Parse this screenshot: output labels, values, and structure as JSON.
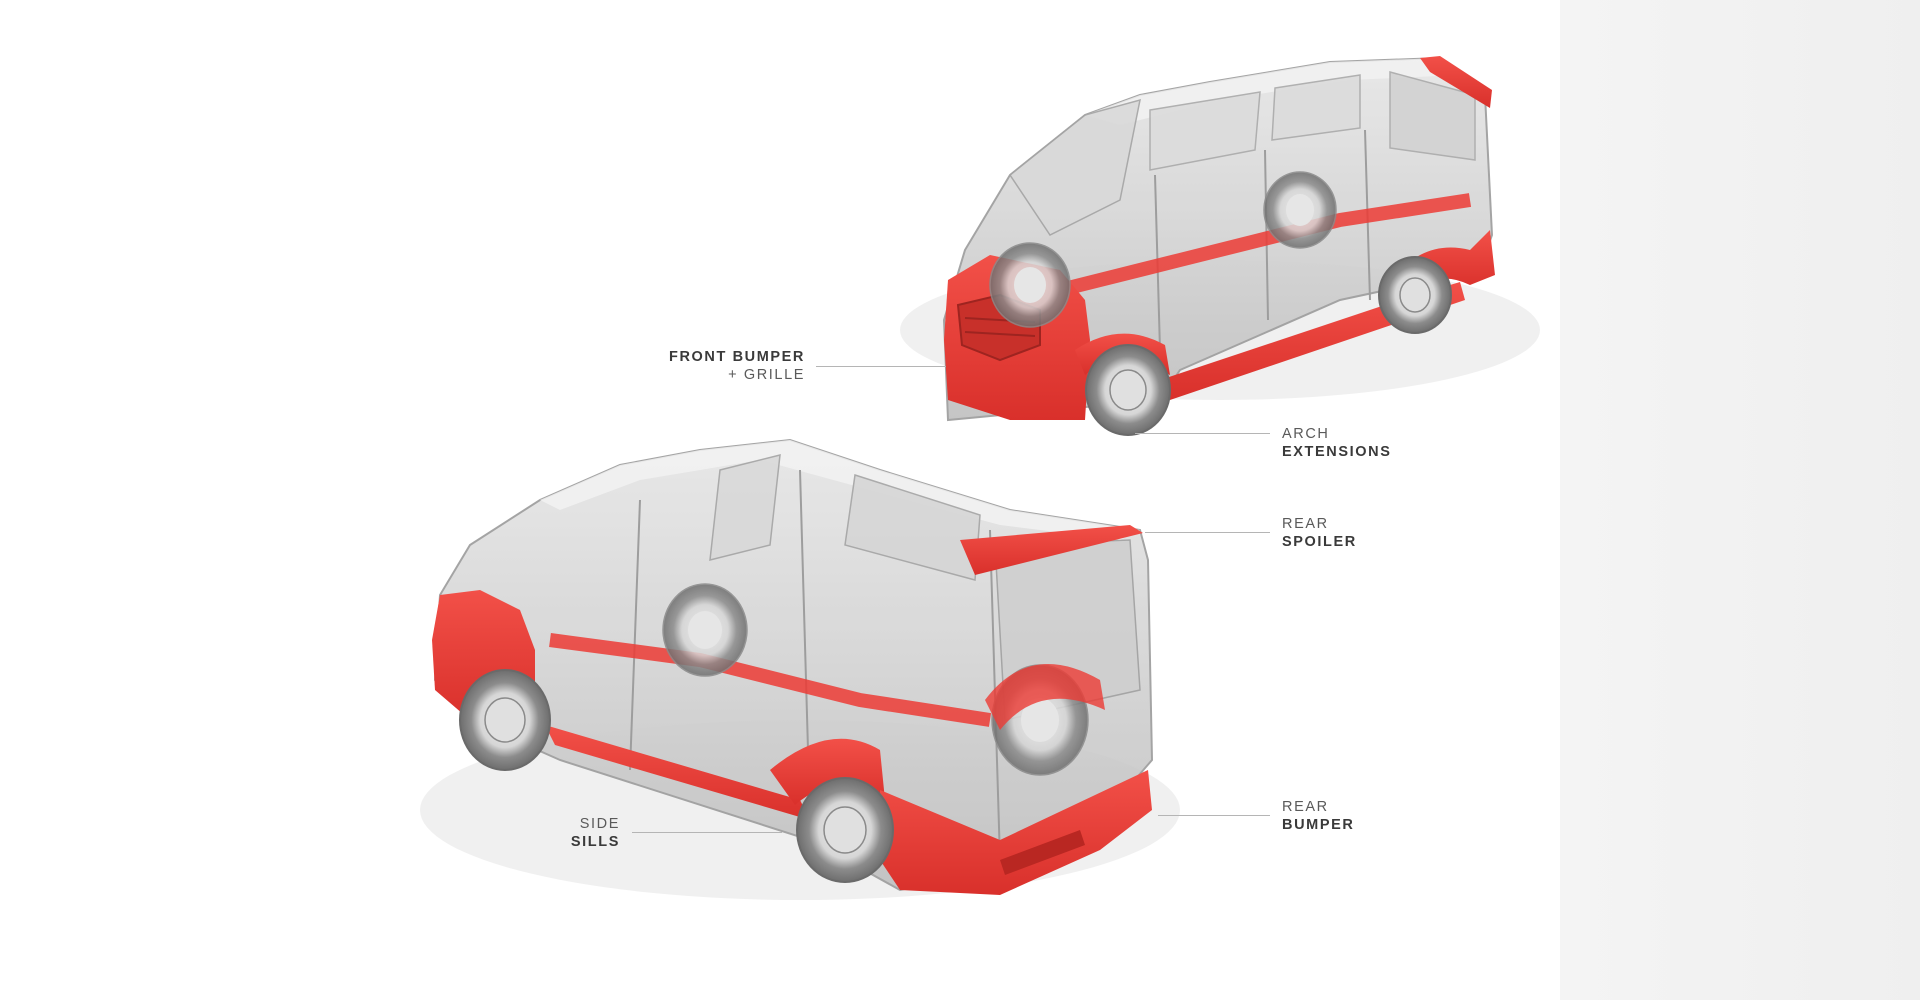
{
  "callouts": {
    "front_bumper": {
      "line1": "FRONT BUMPER",
      "line2": "+ GRILLE"
    },
    "arch_extensions": {
      "line1": "ARCH",
      "line2": "EXTENSIONS"
    },
    "rear_spoiler": {
      "line1": "REAR",
      "line2": "SPOILER"
    },
    "side_sills": {
      "line1": "SIDE",
      "line2": "SILLS"
    },
    "rear_bumper": {
      "line1": "REAR",
      "line2": "BUMPER"
    }
  },
  "colors": {
    "bodykit_red": "#ec3b35",
    "glass_body": "#c9c9c9",
    "label_text": "#3d3d3d",
    "leader_line": "#b5b5b5"
  }
}
